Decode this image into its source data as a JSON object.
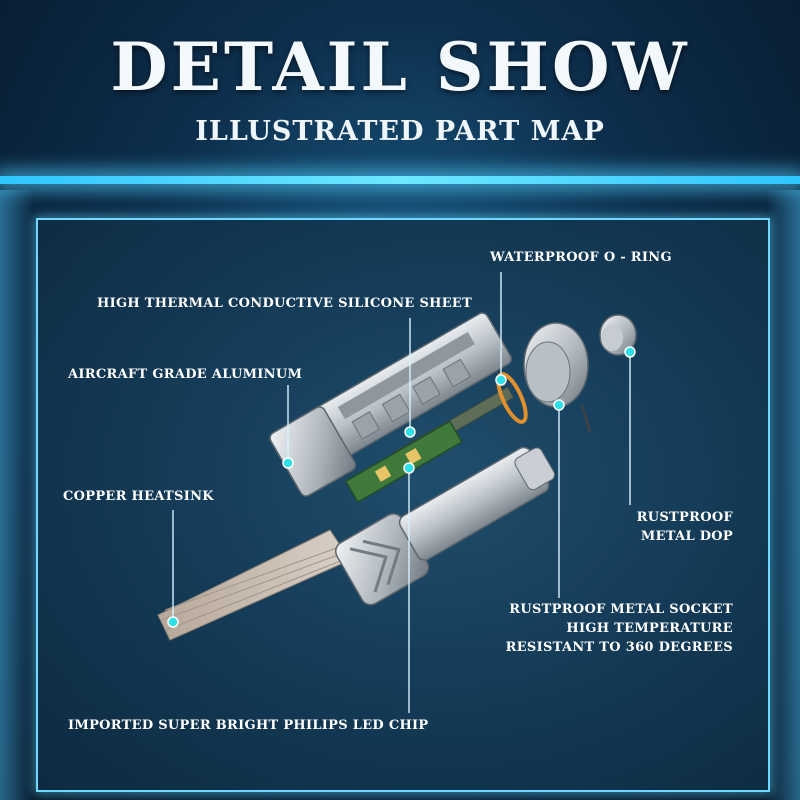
{
  "header": {
    "title": "DETAIL SHOW",
    "subtitle": "ILLUSTRATED PART MAP"
  },
  "labels": {
    "waterproof_o_ring": "WATERPROOF O - RING",
    "silicone_sheet": "HIGH THERMAL CONDUCTIVE SILICONE SHEET",
    "aircraft_aluminum": "AIRCRAFT GRADE ALUMINUM",
    "copper_heatsink": "COPPER HEATSINK",
    "rustproof_dop_line1": "RUSTPROOF",
    "rustproof_dop_line2": "METAL DOP",
    "socket_line1": "RUSTPROOF METAL SOCKET",
    "socket_line2": "HIGH TEMPERATURE",
    "socket_line3": "RESISTANT TO 360 DEGREES",
    "led_chip": "IMPORTED SUPER BRIGHT PHILIPS LED CHIP"
  },
  "colors": {
    "accent": "#2fe0e8",
    "panel_border": "#6fd8ff",
    "label_text": "#ffffff"
  }
}
